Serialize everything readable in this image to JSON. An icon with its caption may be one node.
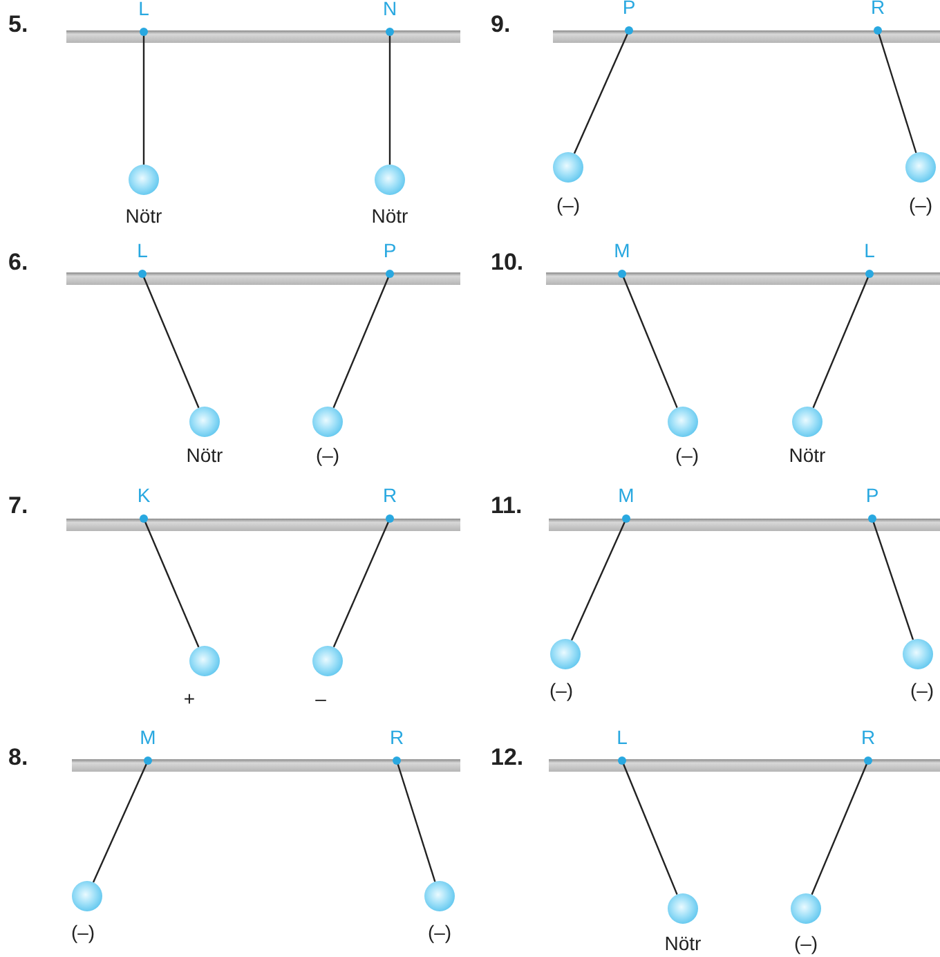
{
  "diagram": {
    "nodes": [
      {
        "text": [
          "L"
        ]
      },
      {
        "text": [
          "N"
        ]
      },
      {
        "text": [],
        "shape": "circle",
        "beside": [
          "Nötr"
        ]
      },
      {
        "text": [],
        "shape": "circle",
        "beside": [
          "Nötr"
        ]
      },
      {
        "text": [
          "P"
        ]
      },
      {
        "text": [
          "R"
        ]
      },
      {
        "text": [],
        "shape": "circle",
        "beside": [
          "(–)"
        ]
      },
      {
        "text": [],
        "shape": "circle",
        "beside": [
          "(–)"
        ]
      },
      {
        "text": [
          "L"
        ]
      },
      {
        "text": [
          "P"
        ]
      },
      {
        "text": [],
        "shape": "circle",
        "beside": [
          "Nötr"
        ]
      },
      {
        "text": [],
        "shape": "circle",
        "beside": [
          "(–)"
        ]
      },
      {
        "text": [
          "M"
        ]
      },
      {
        "text": [
          "L"
        ]
      },
      {
        "text": [],
        "shape": "circle",
        "beside": [
          "(–)"
        ]
      },
      {
        "text": [],
        "shape": "circle",
        "beside": [
          "Nötr"
        ]
      },
      {
        "text": [
          "K"
        ]
      },
      {
        "text": [
          "R"
        ]
      },
      {
        "text": [],
        "shape": "circle",
        "beside": [
          "+"
        ]
      },
      {
        "text": [],
        "shape": "circle",
        "beside": [
          "–"
        ]
      },
      {
        "text": [
          "M"
        ]
      },
      {
        "text": [
          "P"
        ]
      },
      {
        "text": [],
        "shape": "circle",
        "beside": [
          "(–)"
        ]
      },
      {
        "text": [],
        "shape": "circle",
        "beside": [
          "(–)"
        ]
      },
      {
        "text": [
          "M"
        ]
      },
      {
        "text": [
          "R"
        ]
      },
      {
        "text": [],
        "shape": "circle",
        "beside": [
          "(–)"
        ]
      },
      {
        "text": [],
        "shape": "circle",
        "beside": [
          "(–)"
        ]
      },
      {
        "text": [
          "L"
        ]
      },
      {
        "text": [
          "R"
        ]
      },
      {
        "text": [],
        "shape": "circle",
        "beside": [
          "Nötr"
        ]
      },
      {
        "text": [],
        "shape": "circle",
        "beside": [
          "(–)"
        ]
      }
    ],
    "edges": [
      {
        "from": 0,
        "to": 2,
        "arrow": "none"
      },
      {
        "from": 1,
        "to": 3,
        "arrow": "none"
      },
      {
        "from": 4,
        "to": 6,
        "arrow": "none"
      },
      {
        "from": 5,
        "to": 7,
        "arrow": "none"
      },
      {
        "from": 8,
        "to": 10,
        "arrow": "none"
      },
      {
        "from": 9,
        "to": 11,
        "arrow": "none"
      },
      {
        "from": 12,
        "to": 14,
        "arrow": "none"
      },
      {
        "from": 13,
        "to": 15,
        "arrow": "none"
      },
      {
        "from": 16,
        "to": 18,
        "arrow": "none"
      },
      {
        "from": 17,
        "to": 19,
        "arrow": "none"
      },
      {
        "from": 20,
        "to": 22,
        "arrow": "none"
      },
      {
        "from": 21,
        "to": 23,
        "arrow": "none"
      },
      {
        "from": 24,
        "to": 26,
        "arrow": "none"
      },
      {
        "from": 25,
        "to": 27,
        "arrow": "none"
      },
      {
        "from": 28,
        "to": 30,
        "arrow": "none"
      },
      {
        "from": 29,
        "to": 31,
        "arrow": "none"
      }
    ],
    "labels": [
      "5.",
      "9.",
      "6.",
      "10.",
      "7.",
      "11.",
      "8.",
      "12."
    ]
  }
}
